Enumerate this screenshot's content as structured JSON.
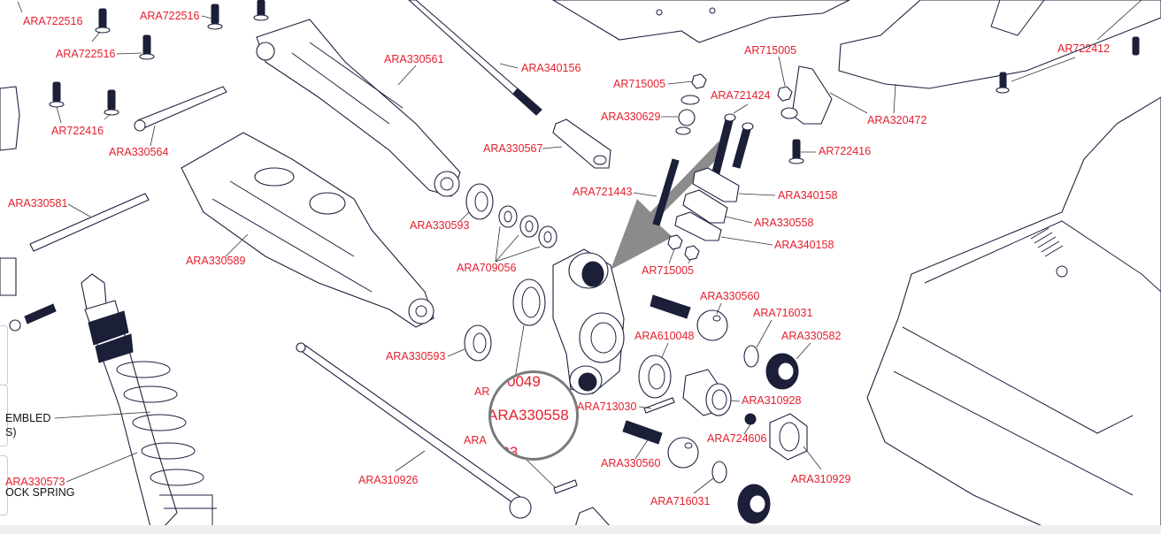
{
  "diagram": {
    "type": "exploded-parts-diagram",
    "labels": [
      {
        "id": "l1",
        "text": "ARA722516"
      },
      {
        "id": "l2",
        "text": "ARA722516"
      },
      {
        "id": "l3",
        "text": "ARA722516"
      },
      {
        "id": "l4",
        "text": "AR722416"
      },
      {
        "id": "l5",
        "text": "ARA330564"
      },
      {
        "id": "l6",
        "text": "ARA330561"
      },
      {
        "id": "l7",
        "text": "ARA340156"
      },
      {
        "id": "l8",
        "text": "AR715005"
      },
      {
        "id": "l9",
        "text": "ARA330629"
      },
      {
        "id": "l10",
        "text": "ARA721424"
      },
      {
        "id": "l11",
        "text": "AR715005"
      },
      {
        "id": "l12",
        "text": "ARA320472"
      },
      {
        "id": "l13",
        "text": "AR722416"
      },
      {
        "id": "l14",
        "text": "AR722412"
      },
      {
        "id": "l15",
        "text": "ARA330567"
      },
      {
        "id": "l16",
        "text": "ARA330581"
      },
      {
        "id": "l17",
        "text": "ARA330589"
      },
      {
        "id": "l18",
        "text": "ARA330593"
      },
      {
        "id": "l19",
        "text": "ARA709056"
      },
      {
        "id": "l20",
        "text": "ARA721443"
      },
      {
        "id": "l21",
        "text": "ARA340158"
      },
      {
        "id": "l22",
        "text": "ARA330558"
      },
      {
        "id": "l23",
        "text": "ARA340158"
      },
      {
        "id": "l24",
        "text": "AR715005"
      },
      {
        "id": "l25",
        "text": "ARA330560"
      },
      {
        "id": "l26",
        "text": "ARA716031"
      },
      {
        "id": "l27",
        "text": "ARA610048"
      },
      {
        "id": "l28",
        "text": "ARA330582"
      },
      {
        "id": "l29",
        "text": "ARA330593"
      },
      {
        "id": "l30",
        "text": "ARA713030"
      },
      {
        "id": "l31",
        "text": "ARA310928"
      },
      {
        "id": "l32",
        "text": "ARA724606"
      },
      {
        "id": "l33",
        "text": "ARA330560"
      },
      {
        "id": "l34",
        "text": "ARA310929"
      },
      {
        "id": "l35",
        "text": "ARA310926"
      },
      {
        "id": "l36",
        "text": "ARA716031"
      },
      {
        "id": "l37",
        "text": "AR"
      },
      {
        "id": "l38",
        "text": "ARA"
      }
    ],
    "left_panel_text": {
      "assembled_line1": "EMBLED",
      "assembled_line2": "S)",
      "spring_code": "ARA330573",
      "spring_name": "OCK SPRING"
    },
    "magnifier": {
      "top_text": "0049",
      "main_text": "ARA330558",
      "bottom_text": "033"
    },
    "colors": {
      "label": "#e3202e",
      "linework": "#1e2240",
      "pointer": "#6e6e6e",
      "background": "#ffffff"
    }
  }
}
